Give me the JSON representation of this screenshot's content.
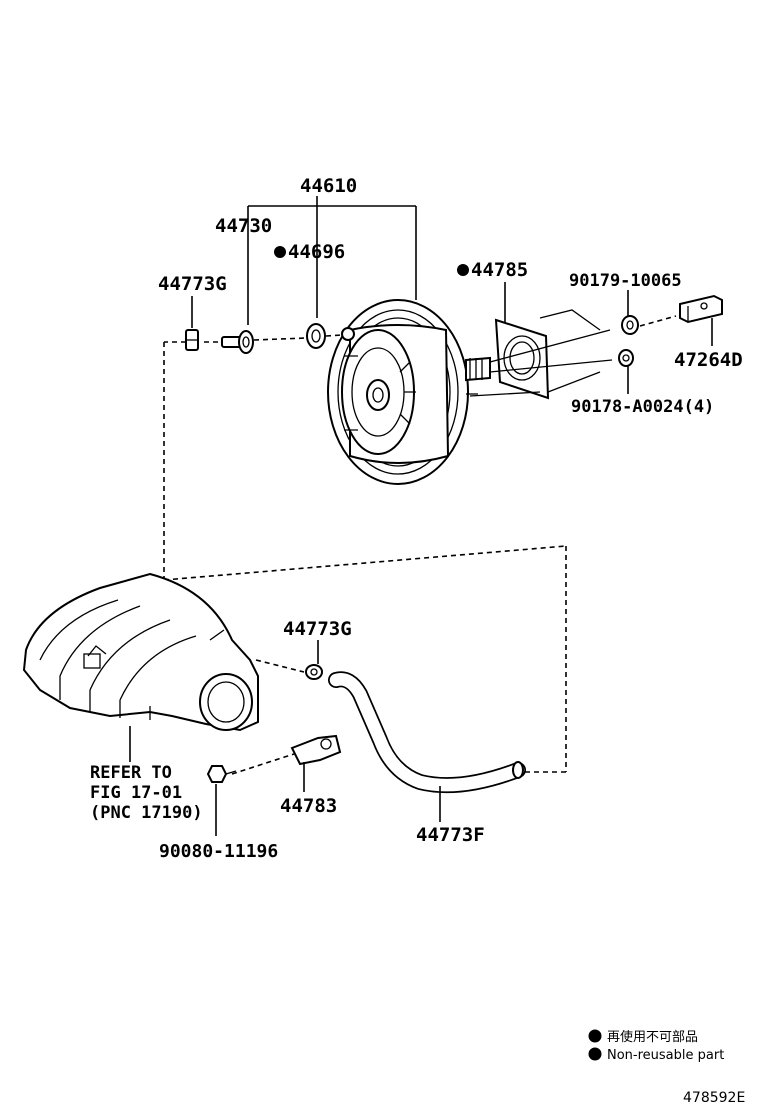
{
  "labels": {
    "p44610": "44610",
    "p44730": "44730",
    "p44696": "44696",
    "p44785": "44785",
    "p90179": "90179-10065",
    "p44773g_top": "44773G",
    "p47264d": "47264D",
    "p90178": "90178-A0024(4)",
    "p44773g_mid": "44773G",
    "p44783": "44783",
    "p44773f": "44773F",
    "p90080": "90080-11196",
    "refer_line1": "REFER TO",
    "refer_line2": "FIG 17-01",
    "refer_line3": "(PNC 17190)"
  },
  "legend": {
    "japanese": "再使用不可部品",
    "english": "Non-reusable part"
  },
  "illustration_id": "478592E",
  "colors": {
    "line": "#000000",
    "background": "#ffffff"
  }
}
